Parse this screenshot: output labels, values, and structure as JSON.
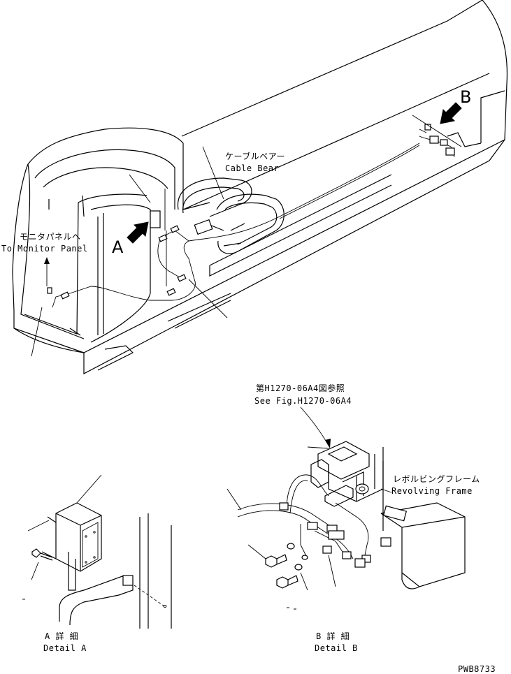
{
  "labels": {
    "cable_bear_jp": "ケーブルベアー",
    "cable_bear_en": "Cable Bear",
    "monitor_panel_jp": "モニタパネルへ",
    "monitor_panel_en": "To Monitor Panel",
    "marker_a": "A",
    "marker_b": "B",
    "see_fig_jp": "第H1270-06A4図参照",
    "see_fig_en": "See Fig.H1270-06A4",
    "revolving_frame_jp": "レボルビングフレーム",
    "revolving_frame_en": "Revolving Frame",
    "detail_a_jp": "A 詳 細",
    "detail_a_en": "Detail A",
    "detail_b_jp": "B 詳 細",
    "detail_b_en": "Detail B",
    "drawing_number": "PWB8733"
  }
}
